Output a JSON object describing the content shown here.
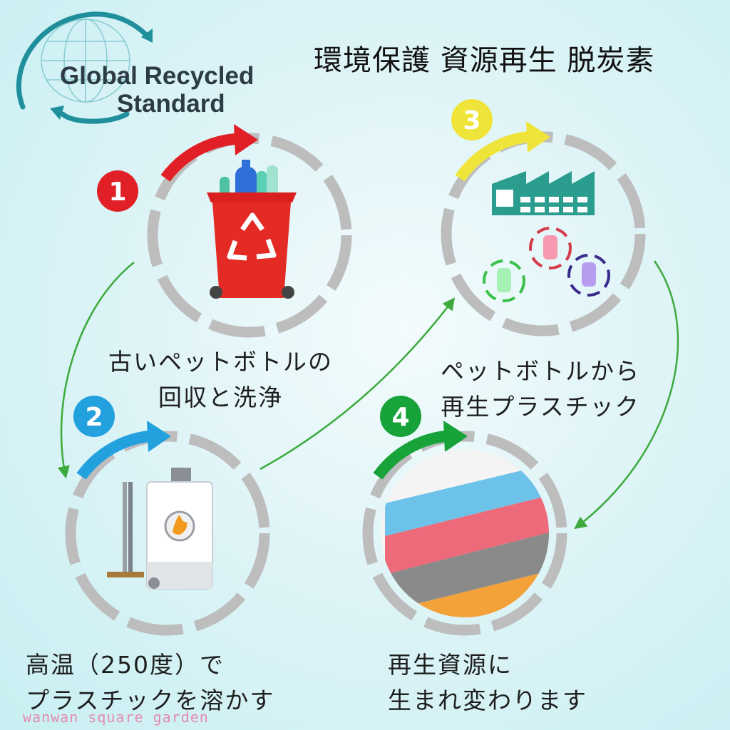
{
  "logo": {
    "line1": "Global Recycled",
    "line2": "Standard"
  },
  "headline": "環境保護 資源再生 脱炭素",
  "steps": [
    {
      "number": "1",
      "color": "#e11f26",
      "caption": [
        "古いペットボトルの",
        "回収と洗浄"
      ],
      "icon": "recycle-bin-icon"
    },
    {
      "number": "2",
      "color": "#23a0de",
      "caption": [
        "高温（250度）で",
        "プラスチックを溶かす"
      ],
      "icon": "water-heater-icon"
    },
    {
      "number": "3",
      "color": "#efe53a",
      "caption": [
        "ペットボトルから",
        "再生プラスチック"
      ],
      "icon": "factory-icon"
    },
    {
      "number": "4",
      "color": "#17a23a",
      "caption": [
        "再生資源に",
        "生まれ変わります"
      ],
      "icon": "fabric-icon"
    }
  ],
  "colors": {
    "ring": "#bdbdbd",
    "flow_arrow": "#3daa3d",
    "logo_teal": "#1f8f9c",
    "logo_text": "#2d3b45"
  },
  "watermark": "wanwan square garden"
}
